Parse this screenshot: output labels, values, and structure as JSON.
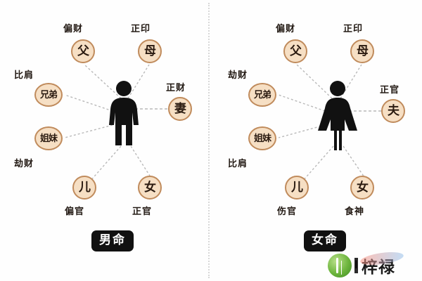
{
  "diagram": {
    "title_male": "男命",
    "title_female": "女命",
    "panels": [
      {
        "id": "male",
        "badge": "男命",
        "center_figure": "male-figure-icon",
        "nodes": [
          {
            "name": "father",
            "text": "父",
            "label": "偏财"
          },
          {
            "name": "mother",
            "text": "母",
            "label": "正印"
          },
          {
            "name": "brother",
            "text": "兄弟",
            "label": "比肩"
          },
          {
            "name": "sister",
            "text": "姐妹",
            "label": "劫财"
          },
          {
            "name": "spouse",
            "text": "妻",
            "label": "正财"
          },
          {
            "name": "son",
            "text": "儿",
            "label": "偏官"
          },
          {
            "name": "daughter",
            "text": "女",
            "label": "正官"
          }
        ]
      },
      {
        "id": "female",
        "badge": "女命",
        "center_figure": "female-figure-icon",
        "nodes": [
          {
            "name": "father",
            "text": "父",
            "label": "偏财"
          },
          {
            "name": "mother",
            "text": "母",
            "label": "正印"
          },
          {
            "name": "brother",
            "text": "兄弟",
            "label": "劫财"
          },
          {
            "name": "sister",
            "text": "姐妹",
            "label": "比肩"
          },
          {
            "name": "spouse",
            "text": "夫",
            "label": "正官"
          },
          {
            "name": "son",
            "text": "儿",
            "label": "伤官"
          },
          {
            "name": "daughter",
            "text": "女",
            "label": "食神"
          }
        ]
      }
    ],
    "colors": {
      "node_fill": "#f6dfc4",
      "node_border": "#c08b5c",
      "figure": "#111111",
      "badge_bg": "#111111",
      "badge_text": "#ffffff",
      "link": "#b9b9b9",
      "divider": "#d8d8d8",
      "background": "#fefefe"
    }
  },
  "watermark": {
    "text": "梓禄",
    "separator": "I",
    "logo": "leaf-circle-logo"
  }
}
